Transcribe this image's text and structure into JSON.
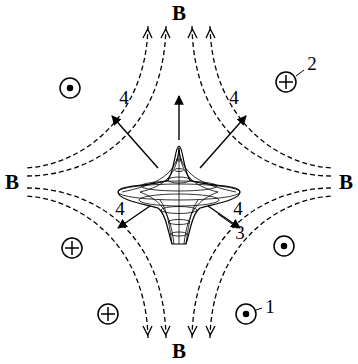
{
  "diagram": {
    "labels": [
      "B",
      "4",
      "4",
      "2",
      "B",
      "B",
      "3",
      "4",
      "4",
      "1",
      "B"
    ]
  }
}
